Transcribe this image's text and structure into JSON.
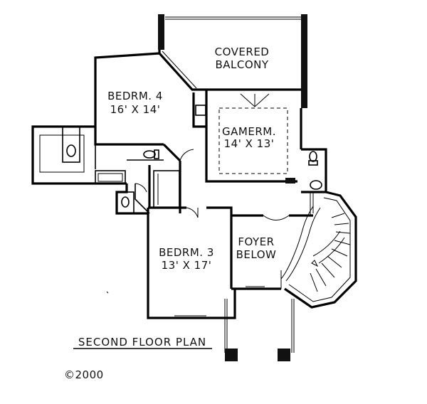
{
  "plan_title": "SECOND FLOOR PLAN",
  "copyright": "©2000",
  "rooms": {
    "covered_balcony": {
      "line1": "COVERED",
      "line2": "BALCONY"
    },
    "bedroom_4": {
      "name": "BEDRM. 4",
      "size": "16' X 14'"
    },
    "gameroom": {
      "name": "GAMERM.",
      "size": "14' X 13'"
    },
    "bedroom_3": {
      "name": "BEDRM. 3",
      "size": "13' X 17'"
    },
    "foyer": {
      "line1": "FOYER",
      "line2": "BELOW"
    }
  }
}
